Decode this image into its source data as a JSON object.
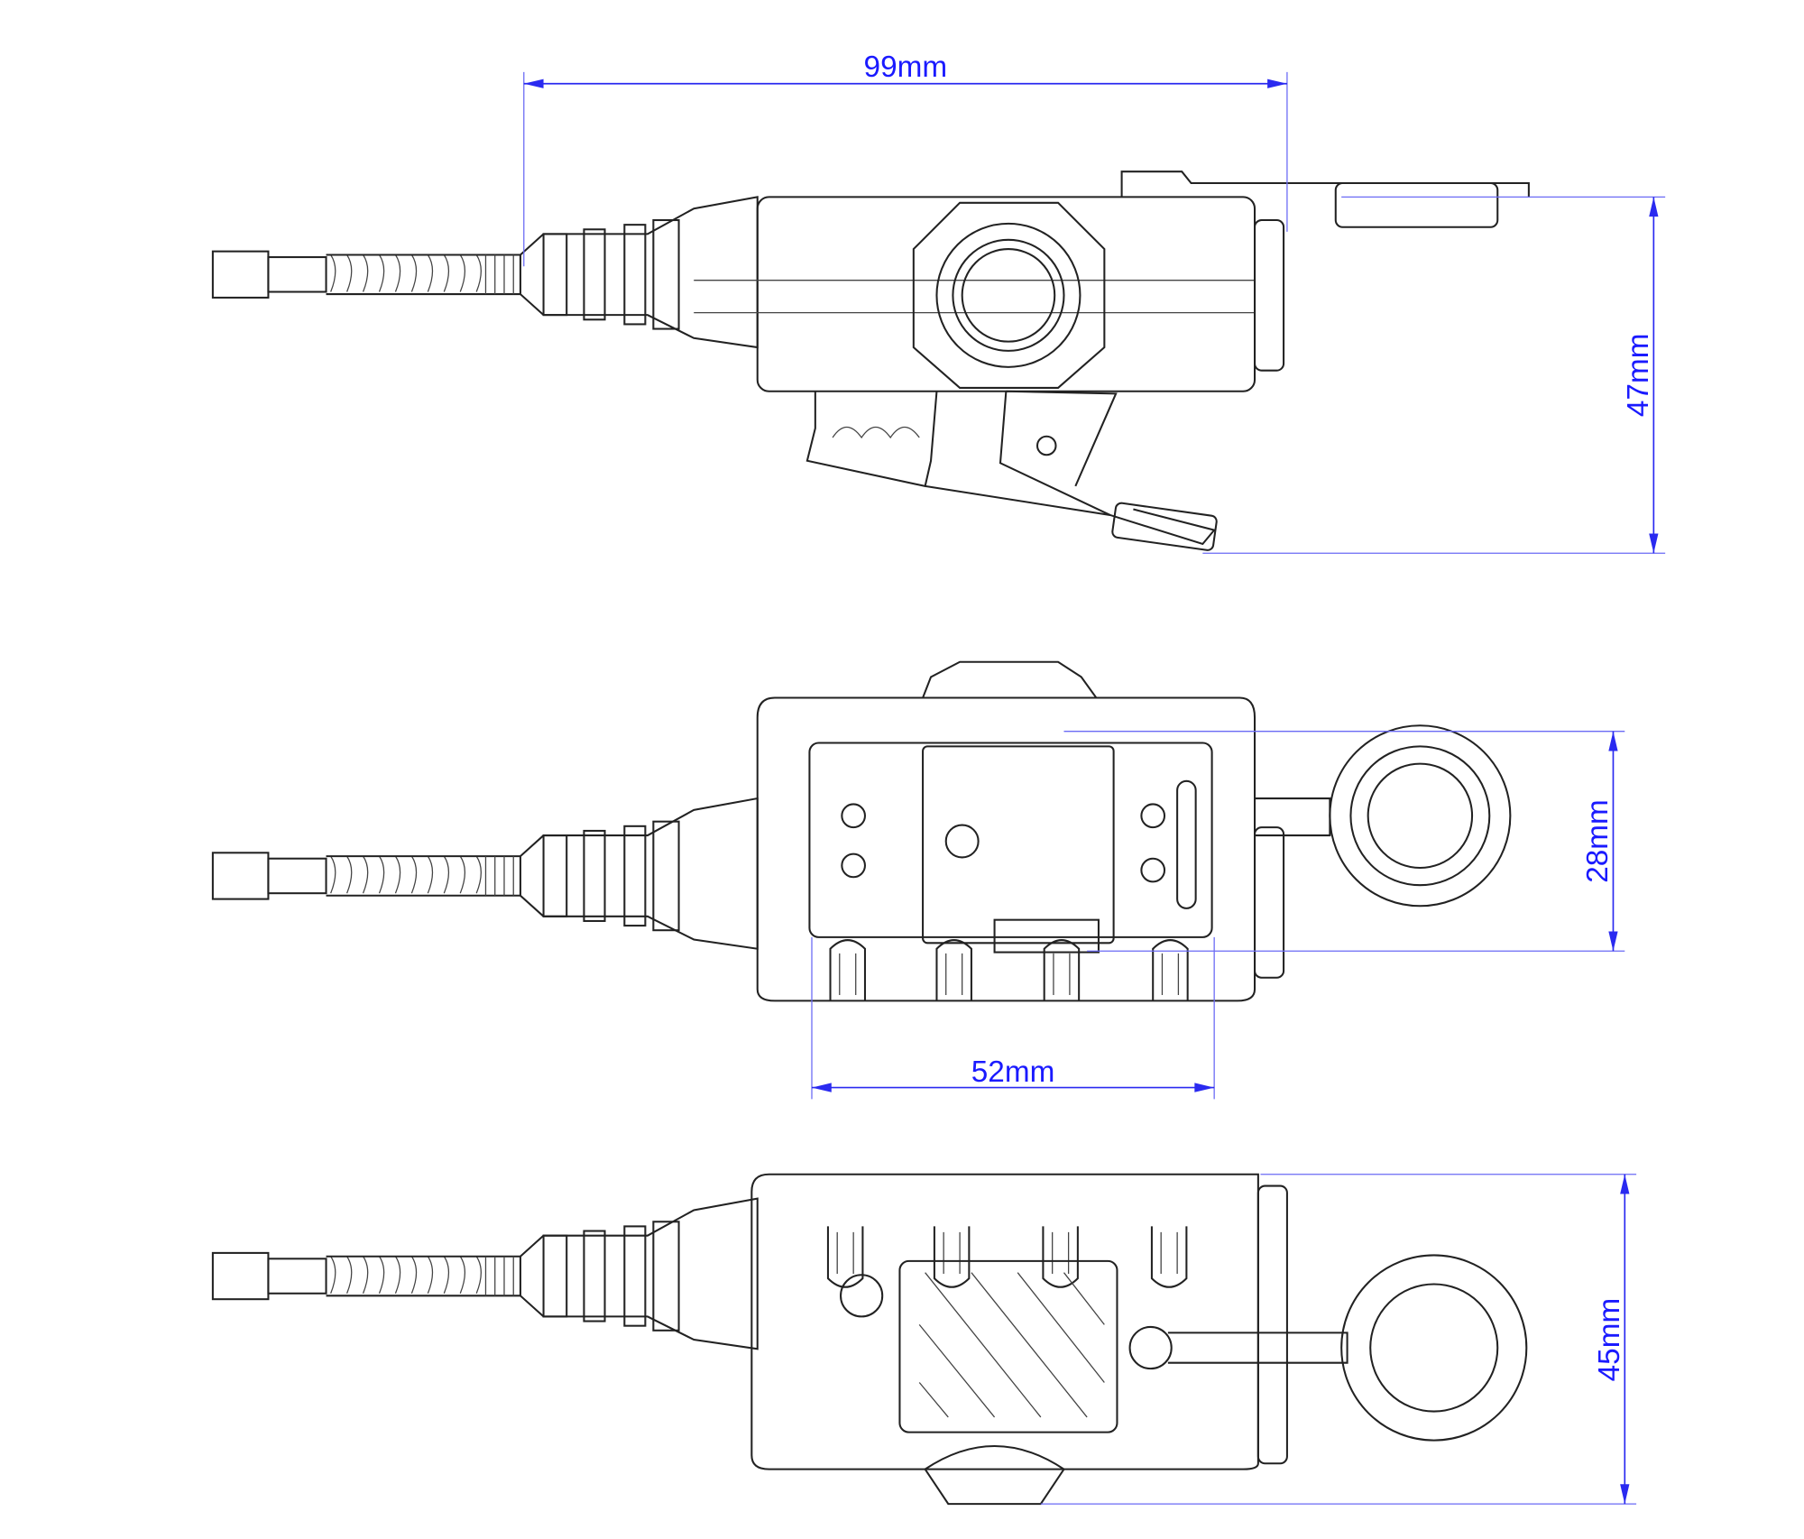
{
  "dimensions": {
    "length": "99mm",
    "height_side": "47mm",
    "clip_width": "52mm",
    "front_height": "28mm",
    "bottom_height": "45mm"
  },
  "colors": {
    "dimension": "#1a1aff",
    "outline": "#222222"
  }
}
